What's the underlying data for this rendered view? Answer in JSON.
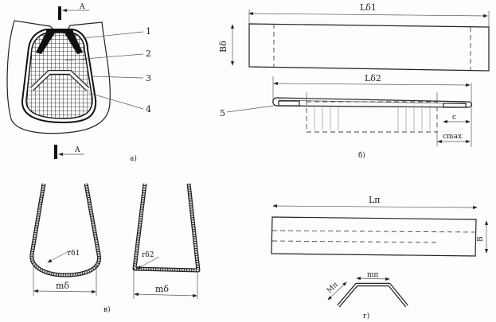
{
  "figure_a": {
    "section_top": "A",
    "section_bottom": "A",
    "callouts": [
      "1",
      "2",
      "3",
      "4"
    ],
    "caption": "а)"
  },
  "figure_b": {
    "length_1": "Lδ1",
    "width": "Bδ",
    "length_2": "Lδ2",
    "callout": "5",
    "dim_c": "c",
    "dim_cmax": "cmax",
    "caption": "б)"
  },
  "figure_v": {
    "radius_1": "rδ1",
    "radius_2": "rδ2",
    "width_1": "mδ",
    "width_2": "mδ",
    "caption": "в)"
  },
  "figure_g": {
    "length": "Lп",
    "width": "B",
    "top_width": "mп",
    "side_length": "Mп",
    "caption": "г)"
  }
}
